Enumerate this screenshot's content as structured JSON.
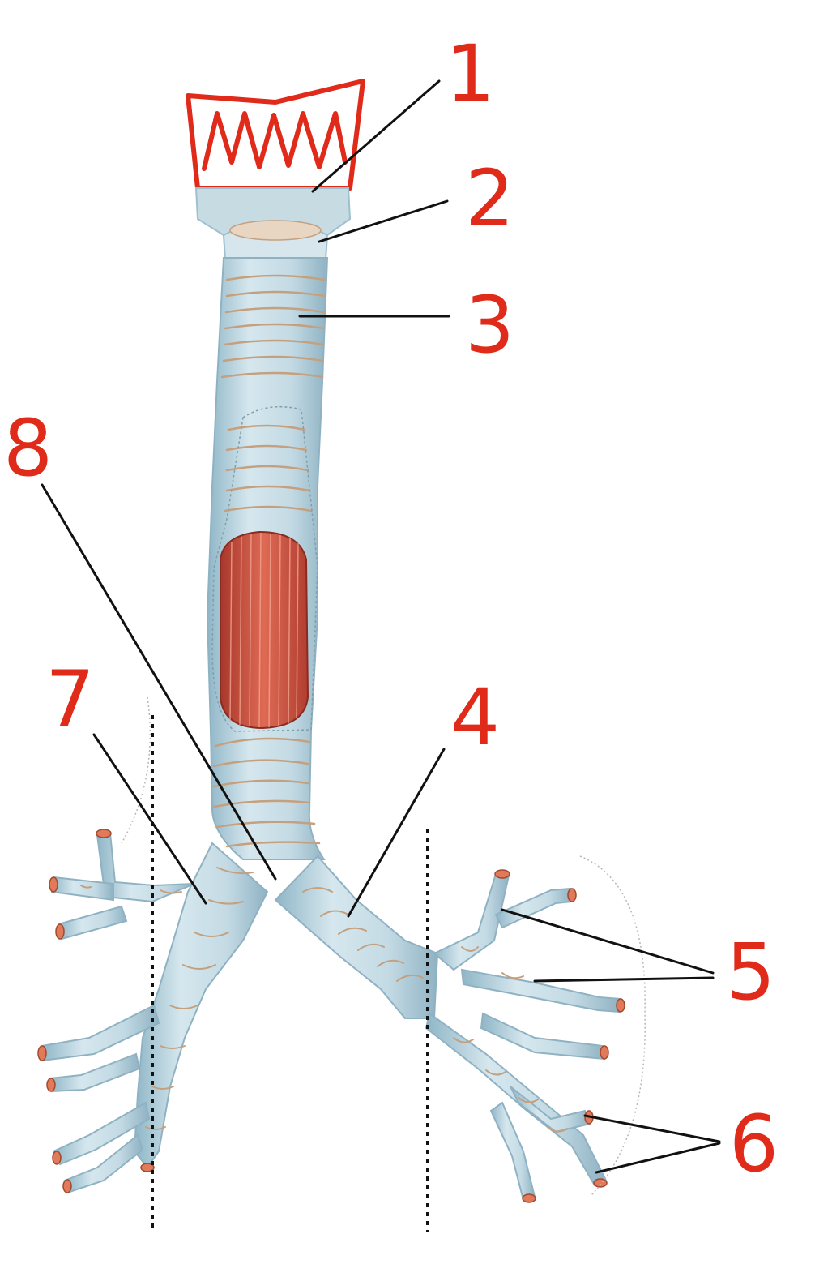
{
  "diagram": {
    "labels": [
      {
        "id": "label-1",
        "text": "1"
      },
      {
        "id": "label-2",
        "text": "2"
      },
      {
        "id": "label-3",
        "text": "3"
      },
      {
        "id": "label-4",
        "text": "4"
      },
      {
        "id": "label-5",
        "text": "5"
      },
      {
        "id": "label-6",
        "text": "6"
      },
      {
        "id": "label-7",
        "text": "7"
      },
      {
        "id": "label-8",
        "text": "8"
      }
    ]
  },
  "colors": {
    "label_red": "#e02a1a",
    "airway_fill": "#c9dde6",
    "airway_shade": "#9dbfcf",
    "ring_line": "#c4a07e",
    "muscle_red": "#c9483a",
    "leader_line": "#111111",
    "cut_end": "#e07a5a"
  }
}
